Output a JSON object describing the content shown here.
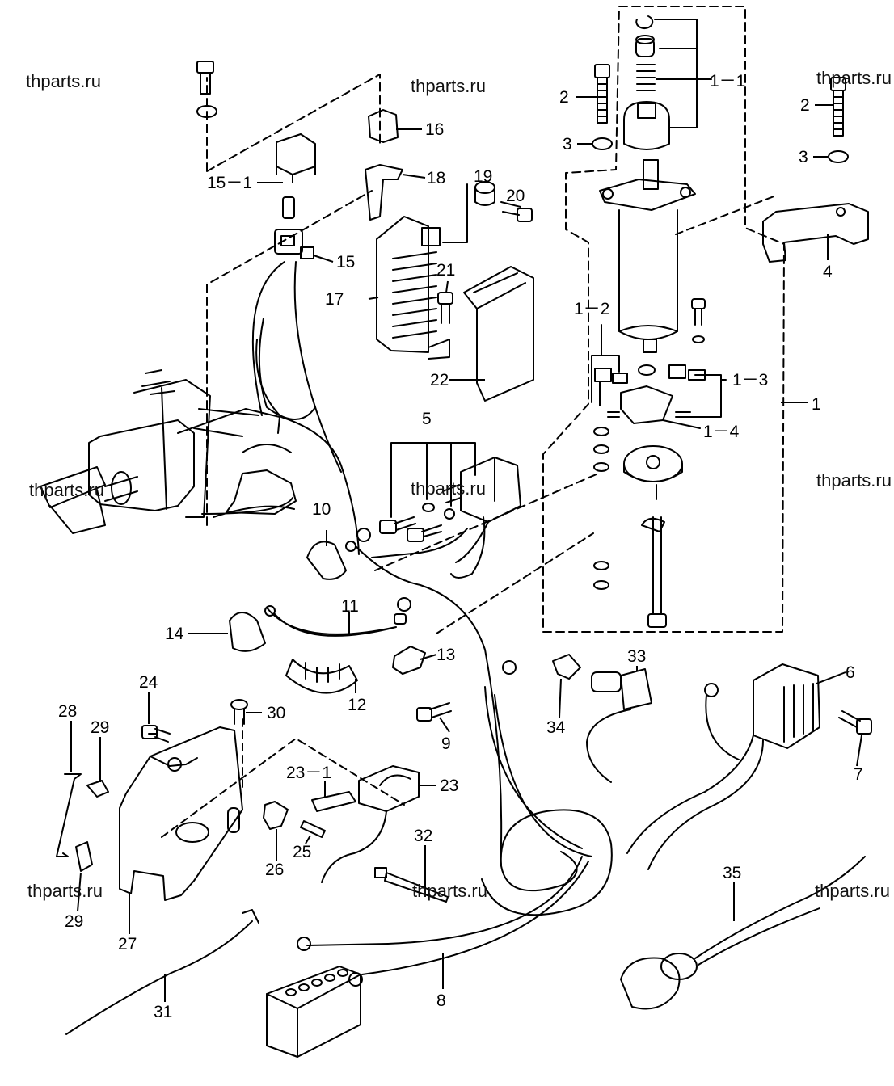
{
  "watermark": "thparts.ru",
  "callouts": {
    "p1": "1",
    "p1_1": "1－1",
    "p1_2": "1－2",
    "p1_3": "1－3",
    "p1_4": "1－4",
    "p2": "2",
    "p3": "3",
    "p4": "4",
    "p5": "5",
    "p6": "6",
    "p7": "7",
    "p8": "8",
    "p9": "9",
    "p10": "10",
    "p11": "11",
    "p12": "12",
    "p13": "13",
    "p14": "14",
    "p15": "15",
    "p15_1": "15－1",
    "p16": "16",
    "p17": "17",
    "p18": "18",
    "p19": "19",
    "p20": "20",
    "p21": "21",
    "p22": "22",
    "p23": "23",
    "p23_1": "23－1",
    "p24": "24",
    "p25": "25",
    "p26": "26",
    "p27": "27",
    "p28": "28",
    "p29": "29",
    "p30": "30",
    "p31": "31",
    "p32": "32",
    "p33": "33",
    "p34": "34",
    "p35": "35"
  },
  "colors": {
    "line": "#000000",
    "background": "#ffffff"
  }
}
